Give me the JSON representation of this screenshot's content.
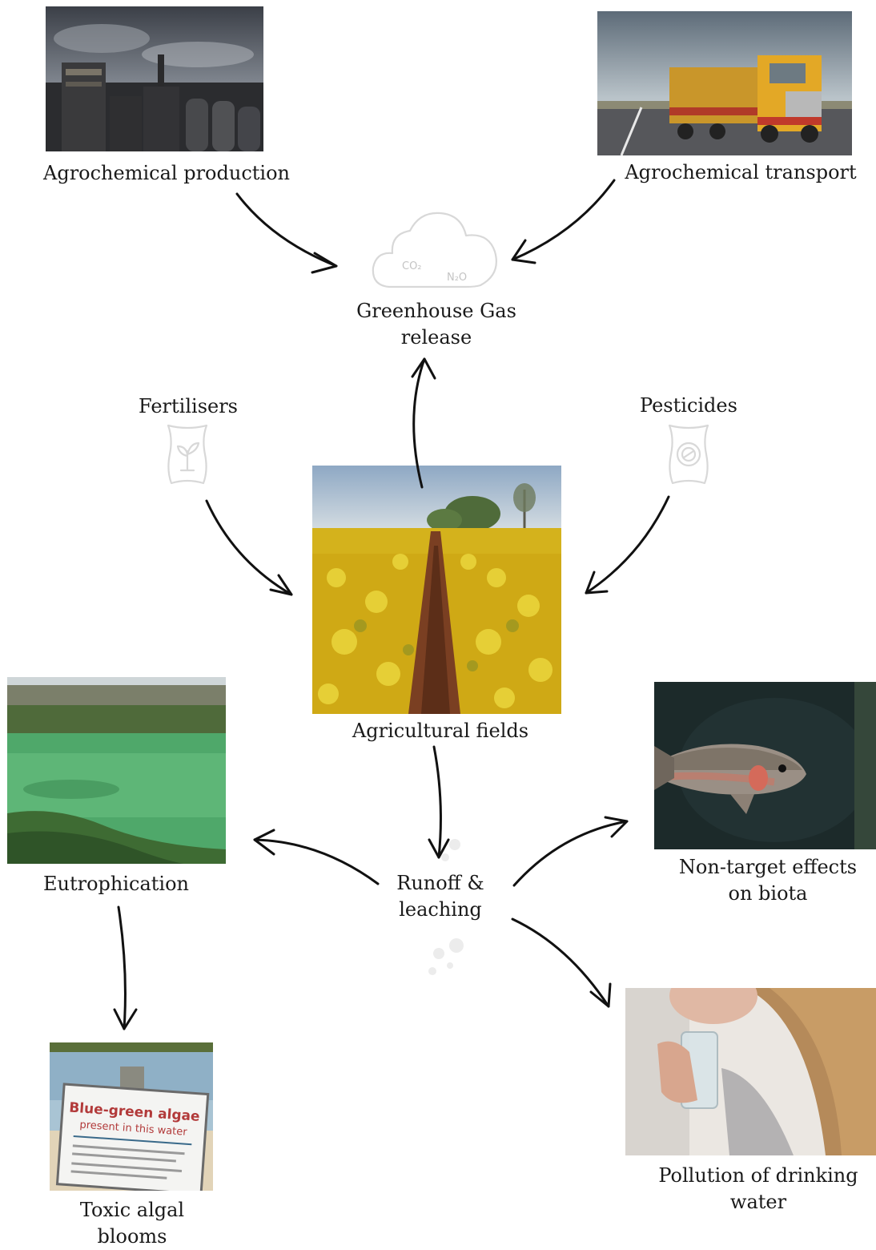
{
  "nodes": {
    "production": "Agrochemical production",
    "transport": "Agrochemical transport",
    "greenhouse_line1": "Greenhouse Gas",
    "greenhouse_line2": "release",
    "fertilisers": "Fertilisers",
    "pesticides": "Pesticides",
    "fields": "Agricultural fields",
    "runoff_line1": "Runoff &",
    "runoff_line2": "leaching",
    "eutrophication": "Eutrophication",
    "biota_line1": "Non-target effects",
    "biota_line2": "on biota",
    "algal_line1": "Toxic algal",
    "algal_line2": "blooms",
    "drinking_line1": "Pollution of drinking",
    "drinking_line2": "water"
  },
  "cloud_gases": {
    "co2": "CO₂",
    "n2o": "N₂O"
  },
  "sign": {
    "title": "Blue-green algae",
    "subtitle": "present in this water"
  }
}
